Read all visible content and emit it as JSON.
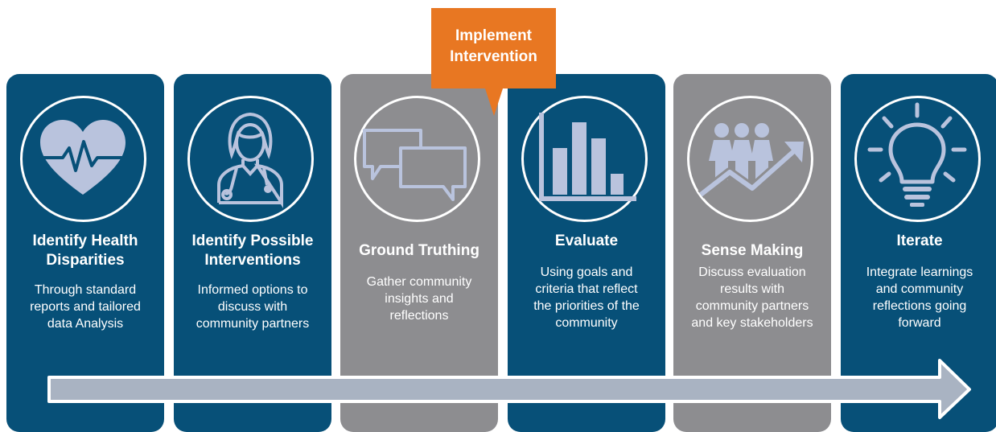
{
  "banner": {
    "label": "Implement\nIntervention"
  },
  "steps": [
    {
      "title": "Identify Health\nDisparities",
      "description": "Through standard\nreports and tailored\ndata Analysis",
      "icon": "heart-pulse-icon",
      "color": "#075078"
    },
    {
      "title": "Identify Possible\nInterventions",
      "description": "Informed options to\ndiscuss with\ncommunity partners",
      "icon": "doctor-icon",
      "color": "#075078"
    },
    {
      "title": "Ground Truthing",
      "description": "Gather community\ninsights and\nreflections",
      "icon": "chat-bubbles-icon",
      "color": "#8d8d90"
    },
    {
      "title": "Evaluate",
      "description": "Using goals and\ncriteria that reflect\nthe priorities of the\ncommunity",
      "icon": "bar-chart-icon",
      "color": "#075078"
    },
    {
      "title": "Sense Making",
      "description": "Discuss evaluation\nresults with\ncommunity partners\nand key stakeholders",
      "icon": "people-trend-icon",
      "color": "#8d8d90"
    },
    {
      "title": "Iterate",
      "description": "Integrate learnings\nand community\nreflections going\nforward",
      "icon": "lightbulb-icon",
      "color": "#075078"
    }
  ],
  "colors": {
    "blue": "#075078",
    "gray": "#8d8d90",
    "orange": "#e87722",
    "icon_fill": "#b9c3dd",
    "arrow": "#a9b3c2"
  }
}
